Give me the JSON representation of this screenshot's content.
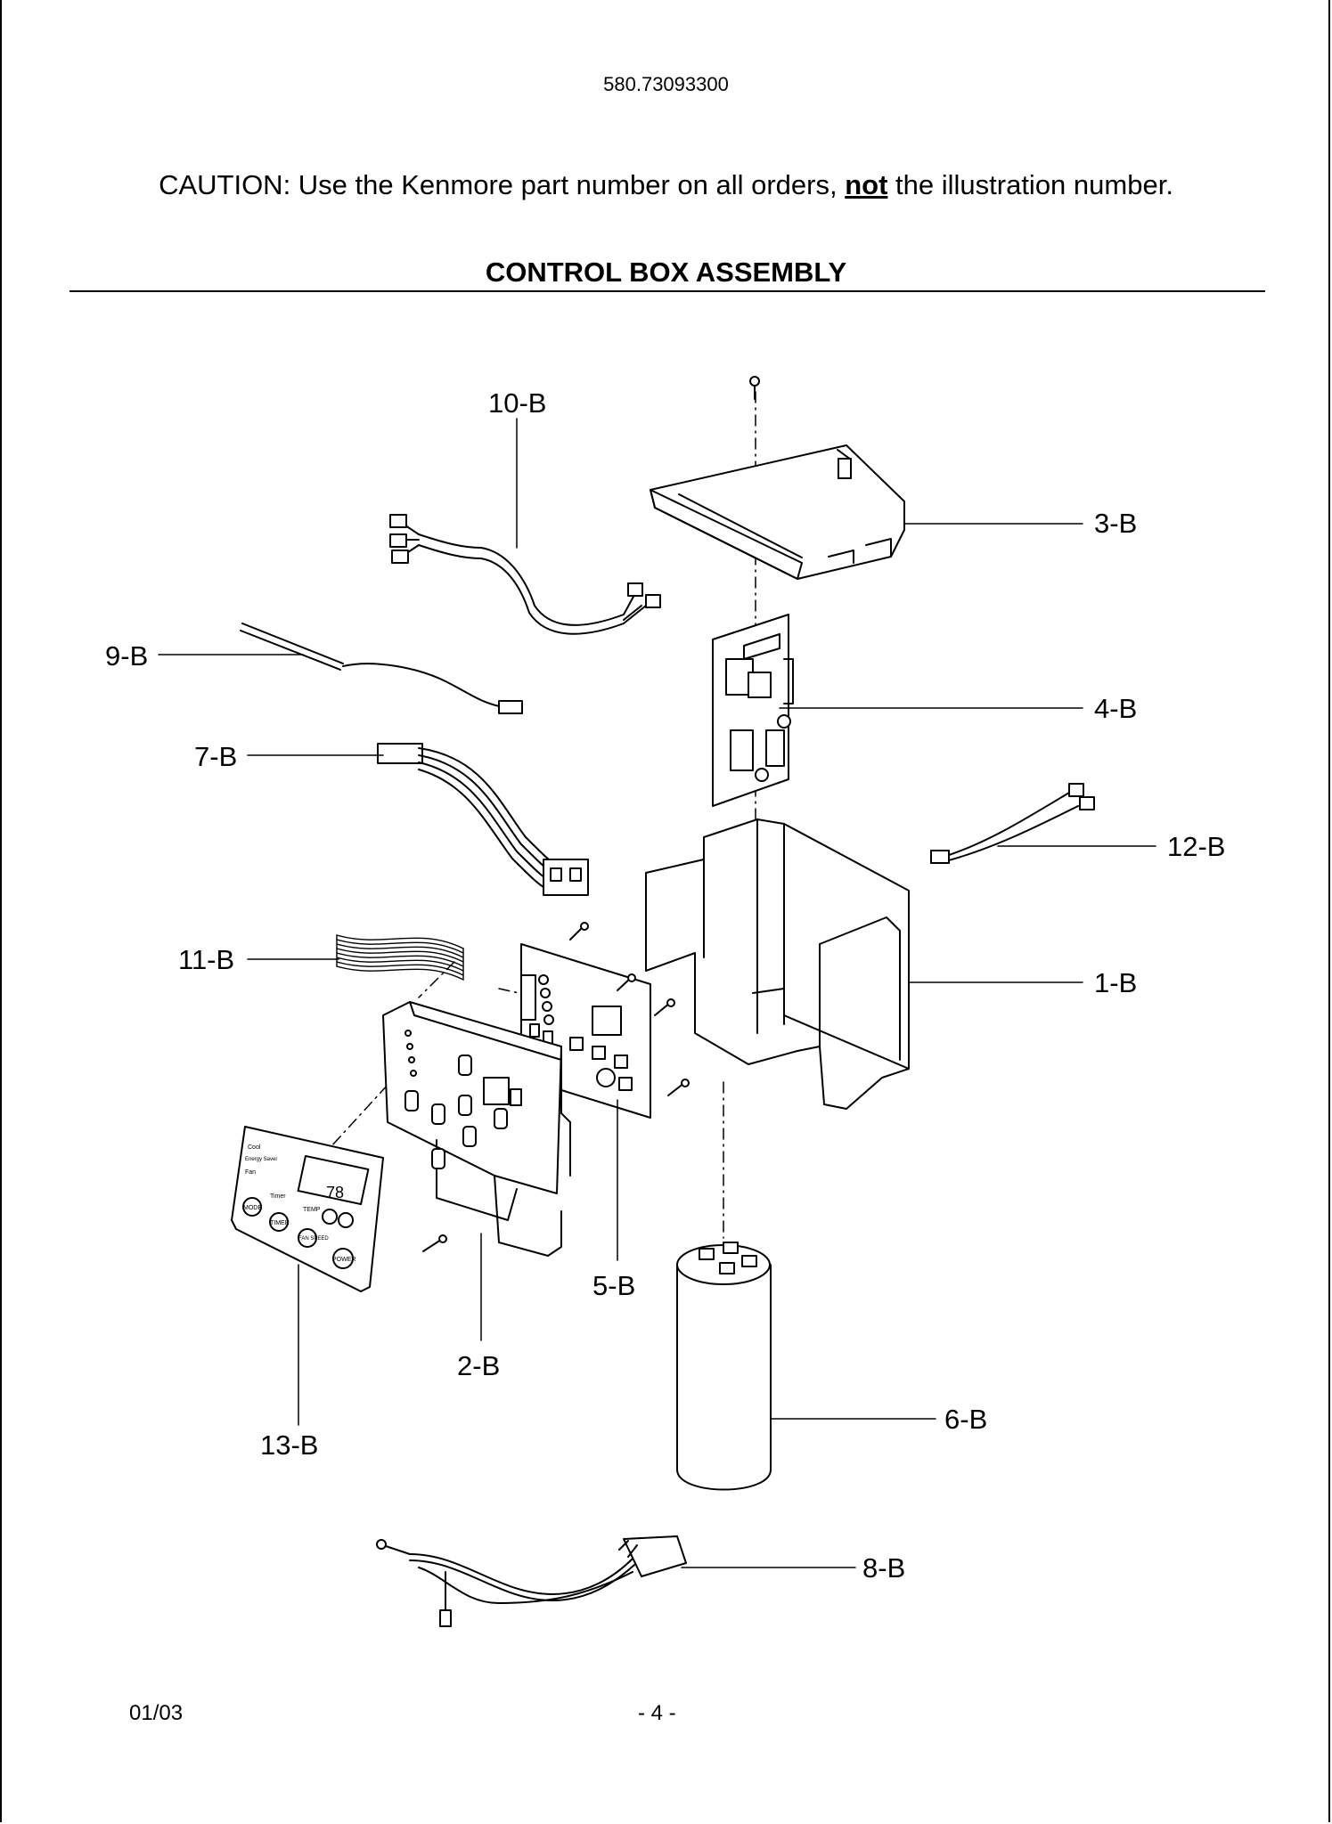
{
  "header": {
    "model_number": "580.73093300"
  },
  "caution": {
    "prefix": "CAUTION: Use the Kenmore part number on all orders, ",
    "emphasis": "not",
    "suffix": " the illustration number."
  },
  "section_title": "CONTROL BOX ASSEMBLY",
  "callouts": {
    "p1": "1-B",
    "p2": "2-B",
    "p3": "3-B",
    "p4": "4-B",
    "p5": "5-B",
    "p6": "6-B",
    "p7": "7-B",
    "p8": "8-B",
    "p9": "9-B",
    "p10": "10-B",
    "p11": "11-B",
    "p12": "12-B",
    "p13": "13-B"
  },
  "panel_text": {
    "cool": "Cool",
    "energy_saver": "Energy Saver",
    "fan": "Fan",
    "timer": "Timer",
    "temp": "TEMP",
    "mode": "MODE",
    "timer_btn": "TIMER",
    "fan_speed": "FAN SPEED",
    "power": "POWER",
    "display": "78"
  },
  "footer": {
    "date": "01/03",
    "page": "- 4 -"
  }
}
